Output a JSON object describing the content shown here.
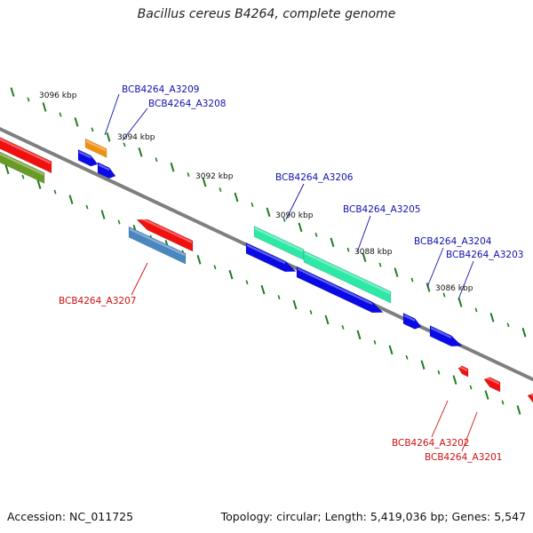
{
  "title": "Bacillus cereus B4264, complete genome",
  "footer": {
    "accession": "Accession: NC_011725",
    "summary": "Topology: circular; Length: 5,419,036 bp; Genes: 5,547"
  },
  "scale_labels": [
    "3096 kbp",
    "3094 kbp",
    "3092 kbp",
    "3090 kbp",
    "3088 kbp",
    "3086 kbp"
  ],
  "gene_labels": [
    {
      "text": "BCB4264_A3209",
      "strand": "forward"
    },
    {
      "text": "BCB4264_A3208",
      "strand": "forward"
    },
    {
      "text": "BCB4264_A3206",
      "strand": "forward"
    },
    {
      "text": "BCB4264_A3205",
      "strand": "forward"
    },
    {
      "text": "BCB4264_A3204",
      "strand": "forward"
    },
    {
      "text": "BCB4264_A3203",
      "strand": "forward"
    },
    {
      "text": "BCB4264_A3207",
      "strand": "reverse"
    },
    {
      "text": "BCB4264_A3202",
      "strand": "reverse"
    },
    {
      "text": "BCB4264_A3201",
      "strand": "reverse"
    }
  ],
  "colors": {
    "backbone": "#7f7f7f",
    "ticks": "#1e7d1e",
    "forward_label": "#1010b0",
    "reverse_label": "#d01010",
    "gene_blue": "#0a0ae6",
    "gene_red": "#f01010",
    "gene_teal": "#2ee8a6",
    "gene_orange": "#f09010",
    "gene_steel": "#4a86c0",
    "gene_olive": "#6a9a26"
  }
}
